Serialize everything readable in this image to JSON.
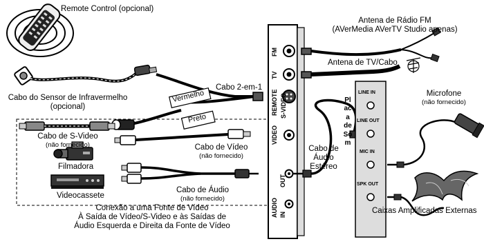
{
  "labels": {
    "remote_control": "Remote Control (opcional)",
    "fm_antenna_line1": "Antena de Rádio FM",
    "fm_antenna_line2": "(AVerMedia AVerTV Studio apenas)",
    "tv_antenna": "Antena de TV/Cabo",
    "ir_sensor_line1": "Cabo do Sensor de Infravermelho",
    "ir_sensor_line2": "(opcional)",
    "cable_2in1": "Cabo 2-em-1",
    "tag_red": "Vermelho",
    "tag_black": "Preto",
    "svideo_cable": "Cabo de S-Video",
    "svideo_cable_note": "(não fornecido)",
    "video_cable": "Cabo de Vídeo",
    "video_cable_note": "(não fornecido)",
    "camcorder": "Filmadora",
    "vcr": "Videocassete",
    "audio_cable": "Cabo de Áudio",
    "audio_cable_note": "(não fornecido)",
    "stereo_audio_line1": "Cabo de",
    "stereo_audio_line2": "Áudio",
    "stereo_audio_line3": "Estéreo",
    "microphone": "Microfone",
    "microphone_note": "(não fornecido)",
    "speakers": "Caixas Amplificadas Externas",
    "source_line1": "Conexão a uma Fonte de Vídeo",
    "source_line2": "À Saída de Vídeo/S-Video e às Saídas de",
    "source_line3": "Áudio Esquerda e Direita da Fonte de Vídeo"
  },
  "tv_card_ports": {
    "fm": "FM",
    "tv": "TV",
    "remote": "REMOTE",
    "svideo": "S-VIDEO",
    "video": "VIDEO",
    "audio": "AUDIO",
    "out": "OUT",
    "in": "IN"
  },
  "sound_card": {
    "title": "Placa de Som",
    "ports": [
      "LINE IN",
      "LINE OUT",
      "MIC IN",
      "SPK OUT"
    ]
  }
}
